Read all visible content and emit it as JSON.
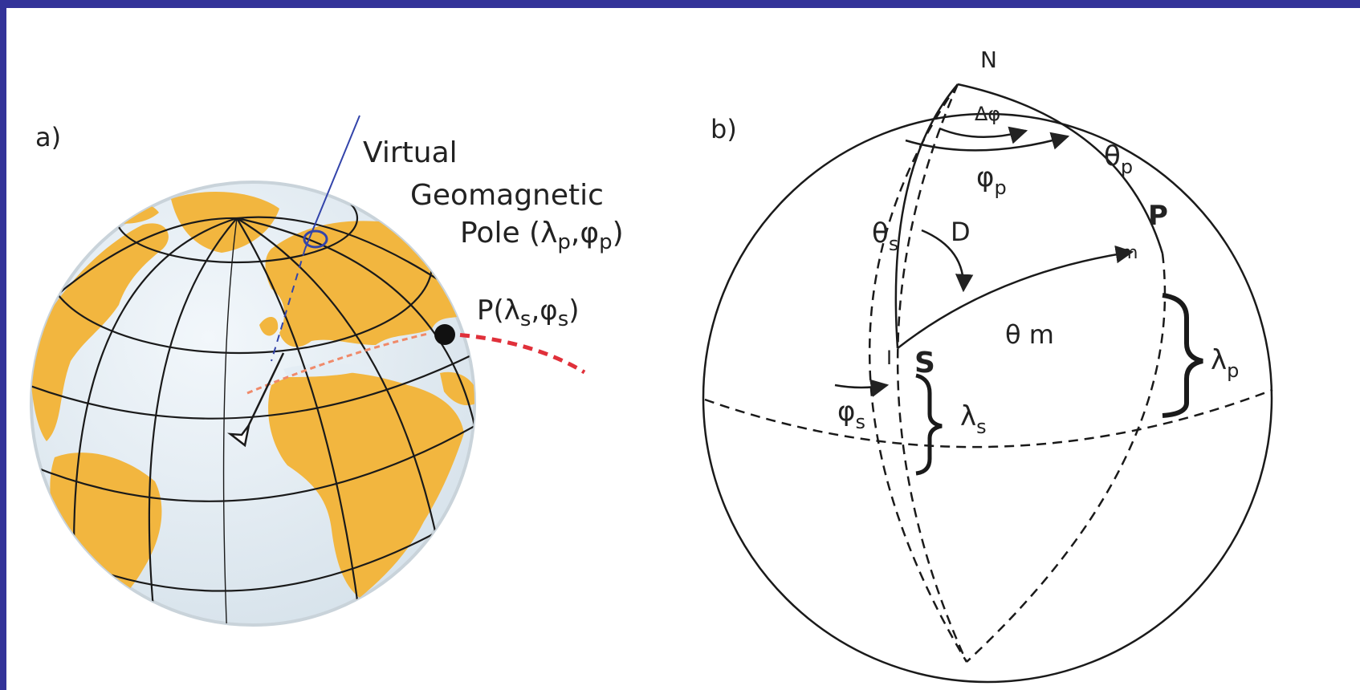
{
  "colors": {
    "frame": "#333399",
    "ocean": "#e4edf4",
    "land": "#f2b63f",
    "pole_line": "#3344aa",
    "site_path": "#e0303a",
    "ink": "#222222"
  },
  "panel_a": {
    "label": "a)",
    "vgp_line1": "Virtual",
    "vgp_line2": "Geomagnetic",
    "vgp_line3_prefix": "Pole (",
    "lambda_p_sym": "λ",
    "lambda_p_sub": "p",
    "comma": ",",
    "phi_p_sym": "φ",
    "phi_p_sub": "p",
    "close_paren": ")",
    "site_prefix": "P(",
    "lambda_s_sym": "λ",
    "lambda_s_sub": "s",
    "phi_s_sym": "φ",
    "phi_s_sub": "s",
    "icons": [
      "globe-icon",
      "site-dot-icon",
      "vgp-ring-icon",
      "field-arrow-icon"
    ]
  },
  "panel_b": {
    "label": "b)",
    "north": "N",
    "delta_phi": "Δφ",
    "phi_p_sym": "φ",
    "phi_p_sub": "p",
    "theta_p_sym": "θ",
    "theta_p_sub": "p",
    "pole_label": "P",
    "theta_s_sym": "θ",
    "theta_s_sub": "s",
    "declination": "D",
    "theta_m": "θ m",
    "site_marker": "I",
    "site_label": "S",
    "phi_s_sym": "φ",
    "phi_s_sub": "s",
    "lambda_s_sym": "λ",
    "lambda_s_sub": "s",
    "lambda_p_sym": "λ",
    "lambda_p_sub": "p",
    "pole_marker": "m"
  }
}
